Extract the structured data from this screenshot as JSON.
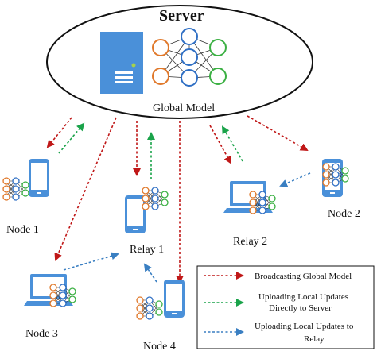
{
  "server": {
    "title": "Server",
    "model_label": "Global Model"
  },
  "nodes": {
    "node1": "Node 1",
    "node2": "Node 2",
    "node3": "Node 3",
    "node4": "Node 4",
    "relay1": "Relay 1",
    "relay2": "Relay 2"
  },
  "legend": {
    "broadcast": "Broadcasting Global Model",
    "direct_line1": "Uploading Local Updates",
    "direct_line2": "Directly to Server",
    "relay_line1": "Uploading Local Updates to",
    "relay_line2": "Relay"
  },
  "colors": {
    "red": "#c01818",
    "green": "#1aa34a",
    "blue": "#3a7fc2",
    "node_orange": "#e0782a",
    "node_blue": "#2f6fc4",
    "node_green": "#3bb043",
    "device": "#4a90d9"
  }
}
